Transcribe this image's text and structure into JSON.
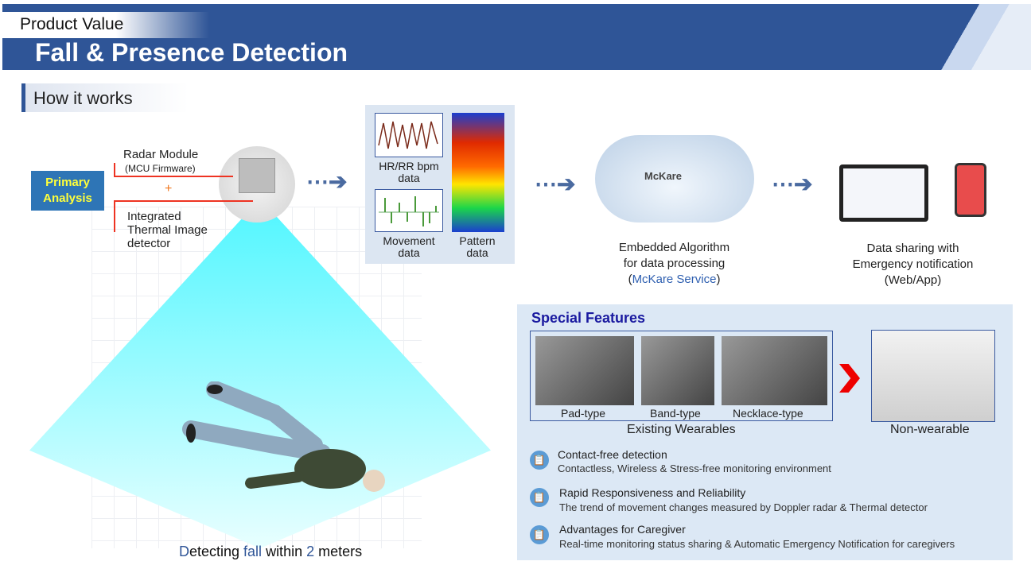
{
  "header": {
    "subtitle": "Product Value",
    "title": "Fall & Presence Detection"
  },
  "section": "How it works",
  "sensor": {
    "primary_line1": "Primary",
    "primary_line2": "Analysis",
    "radar": "Radar Module",
    "radar_sub": "(MCU Firmware)",
    "plus": "+",
    "thermal1": "Integrated",
    "thermal2": "Thermal Image",
    "thermal3": "detector"
  },
  "data_panel": {
    "hr1": "HR/RR bpm",
    "hr2": "data",
    "mv1": "Movement",
    "mv2": "data",
    "pt1": "Pattern",
    "pt2": "data"
  },
  "cloud": {
    "brand": "McKare",
    "l1": "Embedded Algorithm",
    "l2": "for data processing",
    "l3_open": "(",
    "l3_service": "McKare Service",
    "l3_close": ")"
  },
  "sharing": {
    "l1": "Data sharing with",
    "l2": "Emergency notification",
    "l3": "(Web/App)"
  },
  "special": {
    "title": "Special Features",
    "wearables": [
      "Pad-type",
      "Band-type",
      "Necklace-type"
    ],
    "existing": "Existing Wearables",
    "non": "Non-wearable",
    "features": [
      {
        "title": "Contact-free detection",
        "desc": "Contactless, Wireless & Stress-free monitoring environment"
      },
      {
        "title": "Rapid Responsiveness and Reliability",
        "desc": "The trend of movement changes measured by Doppler radar & Thermal detector"
      },
      {
        "title": "Advantages for Caregiver",
        "desc": "Real-time monitoring status sharing & Automatic Emergency Notification for caregivers"
      }
    ]
  },
  "bottom": {
    "p1": "D",
    "p2": "etecting ",
    "p3": "fall",
    "p4": " within ",
    "p5": "2",
    "p6": " meters"
  }
}
